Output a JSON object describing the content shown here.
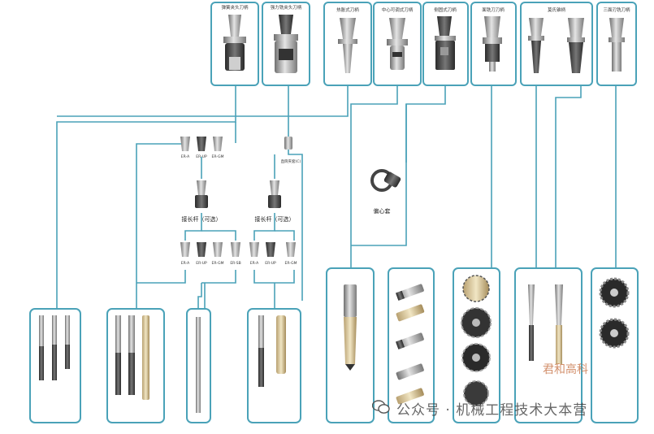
{
  "holders": [
    {
      "label": "弹簧夹头刀柄"
    },
    {
      "label": "强力铣夹头刀柄"
    },
    {
      "label": "热胀式刀柄"
    },
    {
      "label": "中心可调式刀柄"
    },
    {
      "label": "侧固式刀柄"
    },
    {
      "label": "面铣刀刀柄"
    },
    {
      "label": "莫氏锥柄"
    },
    {
      "label": "三面刃铣刀柄"
    }
  ],
  "collets_left": [
    "ER-A",
    "ER-UP",
    "ER-GM"
  ],
  "collets_left_bottom": [
    "ER-A",
    "ER-UP",
    "ER-GM",
    "ER-SB"
  ],
  "collets_right_bottom": [
    "ER-A",
    "ER-UP",
    "ER-GM"
  ],
  "adapter_right_label": "直筒夹套(C)",
  "extension_left_label": "接长杆（可选）",
  "extension_right_label": "接长杆（可选）",
  "offset_label": "偏心套",
  "watermark": {
    "brand": "君和高科",
    "text": "公众号 · 机械工程技术大本营"
  }
}
